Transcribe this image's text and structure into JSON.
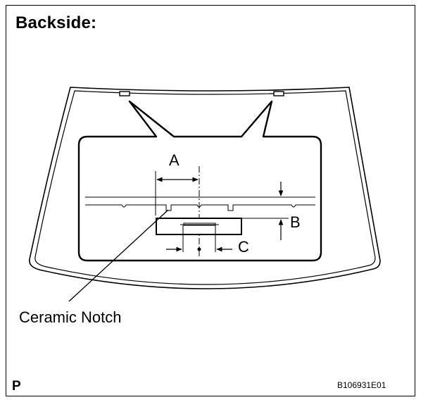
{
  "figure": {
    "title": "Backside:",
    "corner_mark": "P",
    "figure_id": "B106931E01"
  },
  "labels": {
    "dim_a": "A",
    "dim_b": "B",
    "dim_c": "C",
    "callout": "Ceramic Notch"
  }
}
